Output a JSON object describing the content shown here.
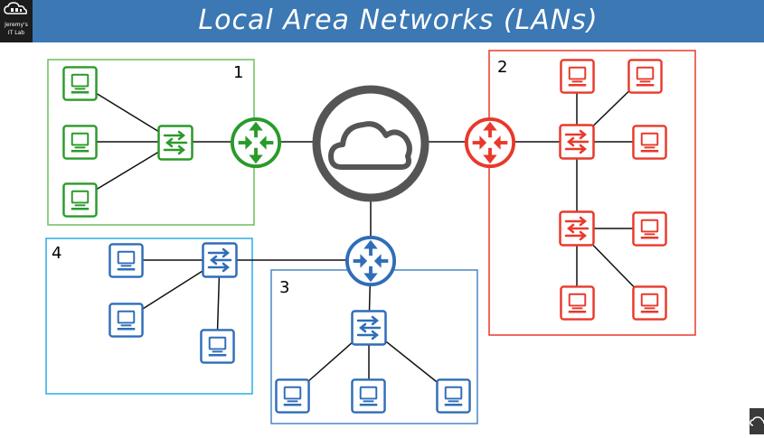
{
  "header": {
    "title": "Local Area Networks (LANs)",
    "logo_line1": "Jeremy's",
    "logo_line2": "IT Lab"
  },
  "lans": [
    {
      "label": "1",
      "color": "#2a9a2a",
      "border": "#6dbf5a"
    },
    {
      "label": "2",
      "color": "#e8392a",
      "border": "#e8392a"
    },
    {
      "label": "3",
      "color": "#2f6db8",
      "border": "#4a86c8"
    },
    {
      "label": "4",
      "color": "#2f6db8",
      "border": "#29aee6"
    }
  ],
  "icons": {
    "cloud": "cloud-icon",
    "router": "router-icon",
    "switch": "switch-icon",
    "pc": "pc-icon"
  }
}
